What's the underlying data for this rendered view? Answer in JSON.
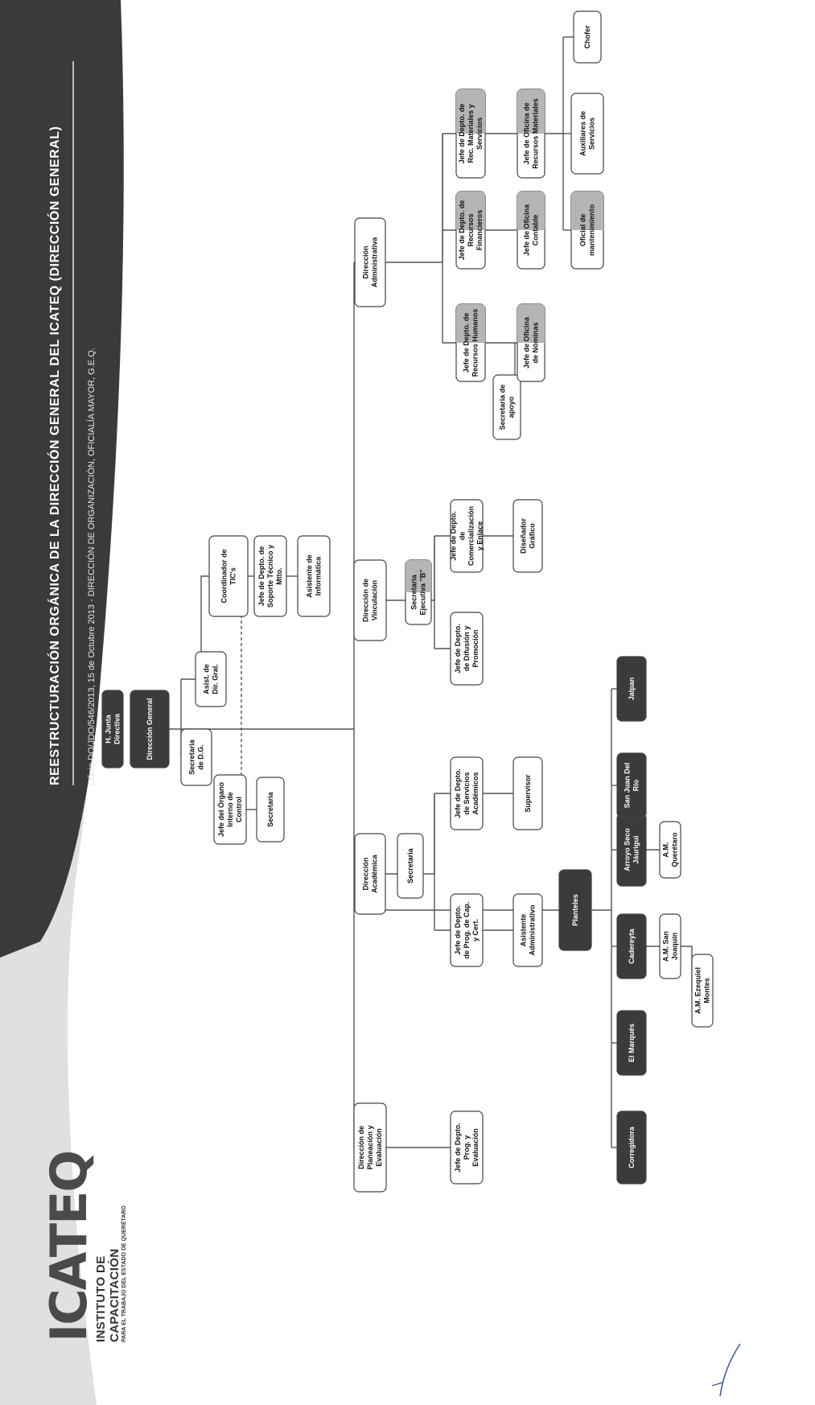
{
  "header": {
    "title": "REESTRUCTURACIÓN ORGÁNICA DE LA DIRECCIÓN GENERAL DEL ICATEQ (DIRECCIÓN GENERAL)",
    "subtitle": "Oficio DO/JDO/546/2013, 15 de Octubre 2013 - DIRECCIÓN DE ORGANIZACIÓN, OFICIALÍA MAYOR, G.E.Q."
  },
  "logo": {
    "word": "ICATEQ",
    "line1": "INSTITUTO DE CAPACITACIÓN",
    "line2": "PARA EL TRABAJO DEL ESTADO DE QUERÉTARO"
  },
  "colors": {
    "banner": "#3a3a3a",
    "dark_box": "#3b3b3b",
    "grey_box": "#b5b5b5",
    "white_box": "#ffffff",
    "line": "#555555"
  },
  "nodes": {
    "junta": "H. Junta Directiva",
    "dg": "Dirección General",
    "secretaria_dg": "Secretaria de D.G.",
    "asist_dg": "Asist. de Dir. Gral.",
    "coord_tics": "Coordinador de TIC's",
    "jefe_soporte": "Jefe de Depto. de Soporte Técnico y Mtto.",
    "asist_informatica": "Asistente de Informática",
    "organo_control": "Jefe del Órgano Interno de Control",
    "secretaria_oic": "Secretaria",
    "dir_planeacion": "Dirección de Planeación y Evaluación",
    "jefe_prog": "Jefe de Depto. Prog. y Evaluación",
    "dir_academica": "Dirección Académica",
    "secretaria_acad": "Secretaria",
    "jefe_cap": "Jefe de Depto. de Prog. de Cap. y Cert.",
    "jefe_servicios_acad": "Jefe de Depto. de Servicios Académicos",
    "asist_admin": "Asistente Administrativo",
    "supervisor": "Supervisor",
    "dir_vinculacion": "Dirección de Vinculación",
    "secretaria_ejec": "Secretaria Ejecutiva \"B\"",
    "jefe_difusion": "Jefe de Depto. de Difusión y Promoción",
    "jefe_comercializacion": "Jefe de Depto. de Comercialización y Enlace",
    "disenador": "Diseñador Gráfico",
    "dir_admin": "Dirección Administrativa",
    "jefe_rh": "Jefe de Depto. de Recursos Humanos",
    "jefe_rf": "Jefe de Depto. de Recursos Financieros",
    "jefe_rm": "Jefe de Depto. de Rec. Materiales y Servicios",
    "secretaria_apoyo": "Secretaria de apoyo",
    "jefe_oficina_rh": "Jefe de Oficina de Nóminas",
    "jefe_oficina_cont": "Jefe de Oficina Contable",
    "jefe_oficina_rm": "Jefe de Oficina de Recursos Materiales",
    "oficial_mtto": "Oficial de mantenimiento",
    "auxiliar_servicios": "Auxiliares de Servicios",
    "chofer": "Chofer",
    "planteles": "Planteles",
    "corregidora": "Corregidora",
    "marques": "El Marqués",
    "cadereyta": "Cadereyta",
    "amsj": "A.M. San Joaquín",
    "amez": "A.M. Ezequiel Montes",
    "arroyo": "Arroyo Seco Jáurigui",
    "amq": "A.M. Querétaro",
    "sjr": "San Juan Del Río",
    "jalpan": "Jalpan"
  }
}
